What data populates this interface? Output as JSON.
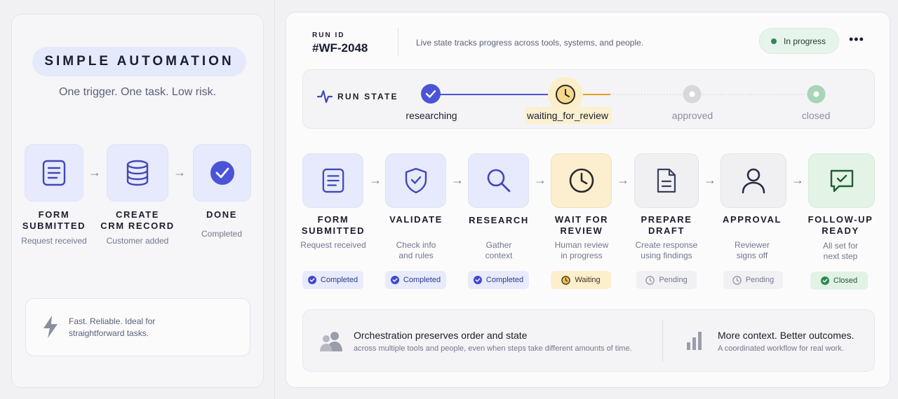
{
  "left": {
    "title": "SIMPLE AUTOMATION",
    "subtitle": "One trigger. One task. Low risk.",
    "steps": [
      {
        "title": "FORM\nSUBMITTED",
        "sub": "Request received",
        "icon": "document-icon"
      },
      {
        "title": "CREATE\nCRM RECORD",
        "sub": "Customer added",
        "icon": "database-icon"
      },
      {
        "title": "DONE",
        "sub": "Completed",
        "icon": "check-circle-icon"
      }
    ],
    "footnote": "Fast. Reliable. Ideal for\nstraightforward tasks."
  },
  "header": {
    "run_id_label": "RUN ID",
    "run_id": "#WF-2048",
    "description": "Live state tracks progress across tools, systems, and people.",
    "status": "In progress",
    "more": "•••"
  },
  "run_state": {
    "label": "RUN STATE",
    "nodes": [
      "researching",
      "waiting_for_review",
      "approved",
      "closed"
    ]
  },
  "steps": [
    {
      "title": "FORM\nSUBMITTED",
      "sub": "Request received",
      "badge": "Completed"
    },
    {
      "title": "VALIDATE",
      "sub": "Check info\nand rules",
      "badge": "Completed"
    },
    {
      "title": "RESEARCH",
      "sub": "Gather\ncontext",
      "badge": "Completed"
    },
    {
      "title": "WAIT FOR\nREVIEW",
      "sub": "Human review\nin progress",
      "badge": "Waiting"
    },
    {
      "title": "PREPARE\nDRAFT",
      "sub": "Create response\nusing findings",
      "badge": "Pending"
    },
    {
      "title": "APPROVAL",
      "sub": "Reviewer\nsigns off",
      "badge": "Pending"
    },
    {
      "title": "FOLLOW-UP\nREADY",
      "sub": "All set for\nnext step",
      "badge": "Closed"
    }
  ],
  "bottom": {
    "left_title": "Orchestration preserves order and state",
    "left_sub": "across multiple tools and people, even when steps take different amounts of time.",
    "right_title": "More context. Better outcomes.",
    "right_sub": "A coordinated workflow for real work."
  },
  "colors": {
    "accent": "#4b53d6",
    "waiting": "#e0a21a",
    "success": "#2e8a52"
  }
}
